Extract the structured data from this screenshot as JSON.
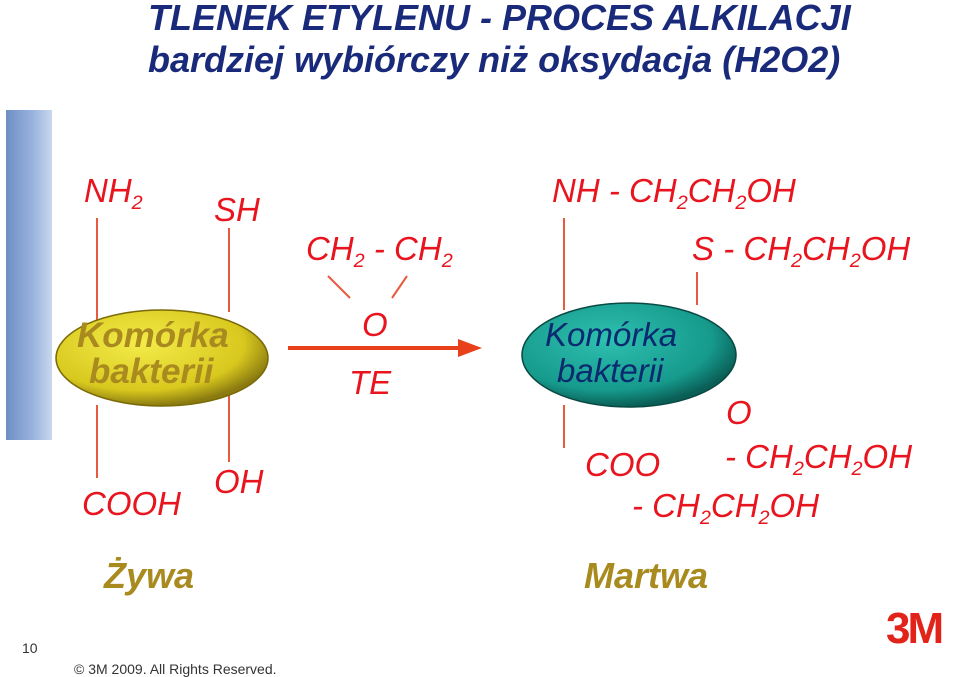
{
  "title": {
    "line1": "TLENEK ETYLENU  - PROCES ALKILACJI",
    "line2": "bardziej wybiórczy niż oksydacja (H2O2)"
  },
  "left_cell": {
    "group_nh": "NH",
    "group_nh_sub": "2",
    "group_sh": "SH",
    "group_cooh": "COOH",
    "group_oh": "OH",
    "cell_line1": "Komórka",
    "cell_line2": "bakterii",
    "status": "Żywa"
  },
  "reagent": {
    "ch": "CH",
    "sub": "2",
    "dash": " - ",
    "oxygen": "O",
    "name": "TE"
  },
  "right_cell": {
    "cell_line1": "Komórka",
    "cell_line2": "bakterii",
    "status": "Martwa",
    "nh": "NH",
    "s": "S",
    "coo": "COO",
    "o": "O",
    "dash": "- ",
    "ch": "CH",
    "sub": "2",
    "oh": "OH"
  },
  "footer": {
    "page_number": "10",
    "copyright": "© 3M 2009.  All Rights Reserved.",
    "logo": "3M"
  },
  "colors": {
    "title": "#1a2a7a",
    "formula": "#e8141e",
    "live_cell": "#e0d22a",
    "dead_cell": "#1aa898",
    "arrow": "#e8401a",
    "logo": "#e2231a"
  }
}
